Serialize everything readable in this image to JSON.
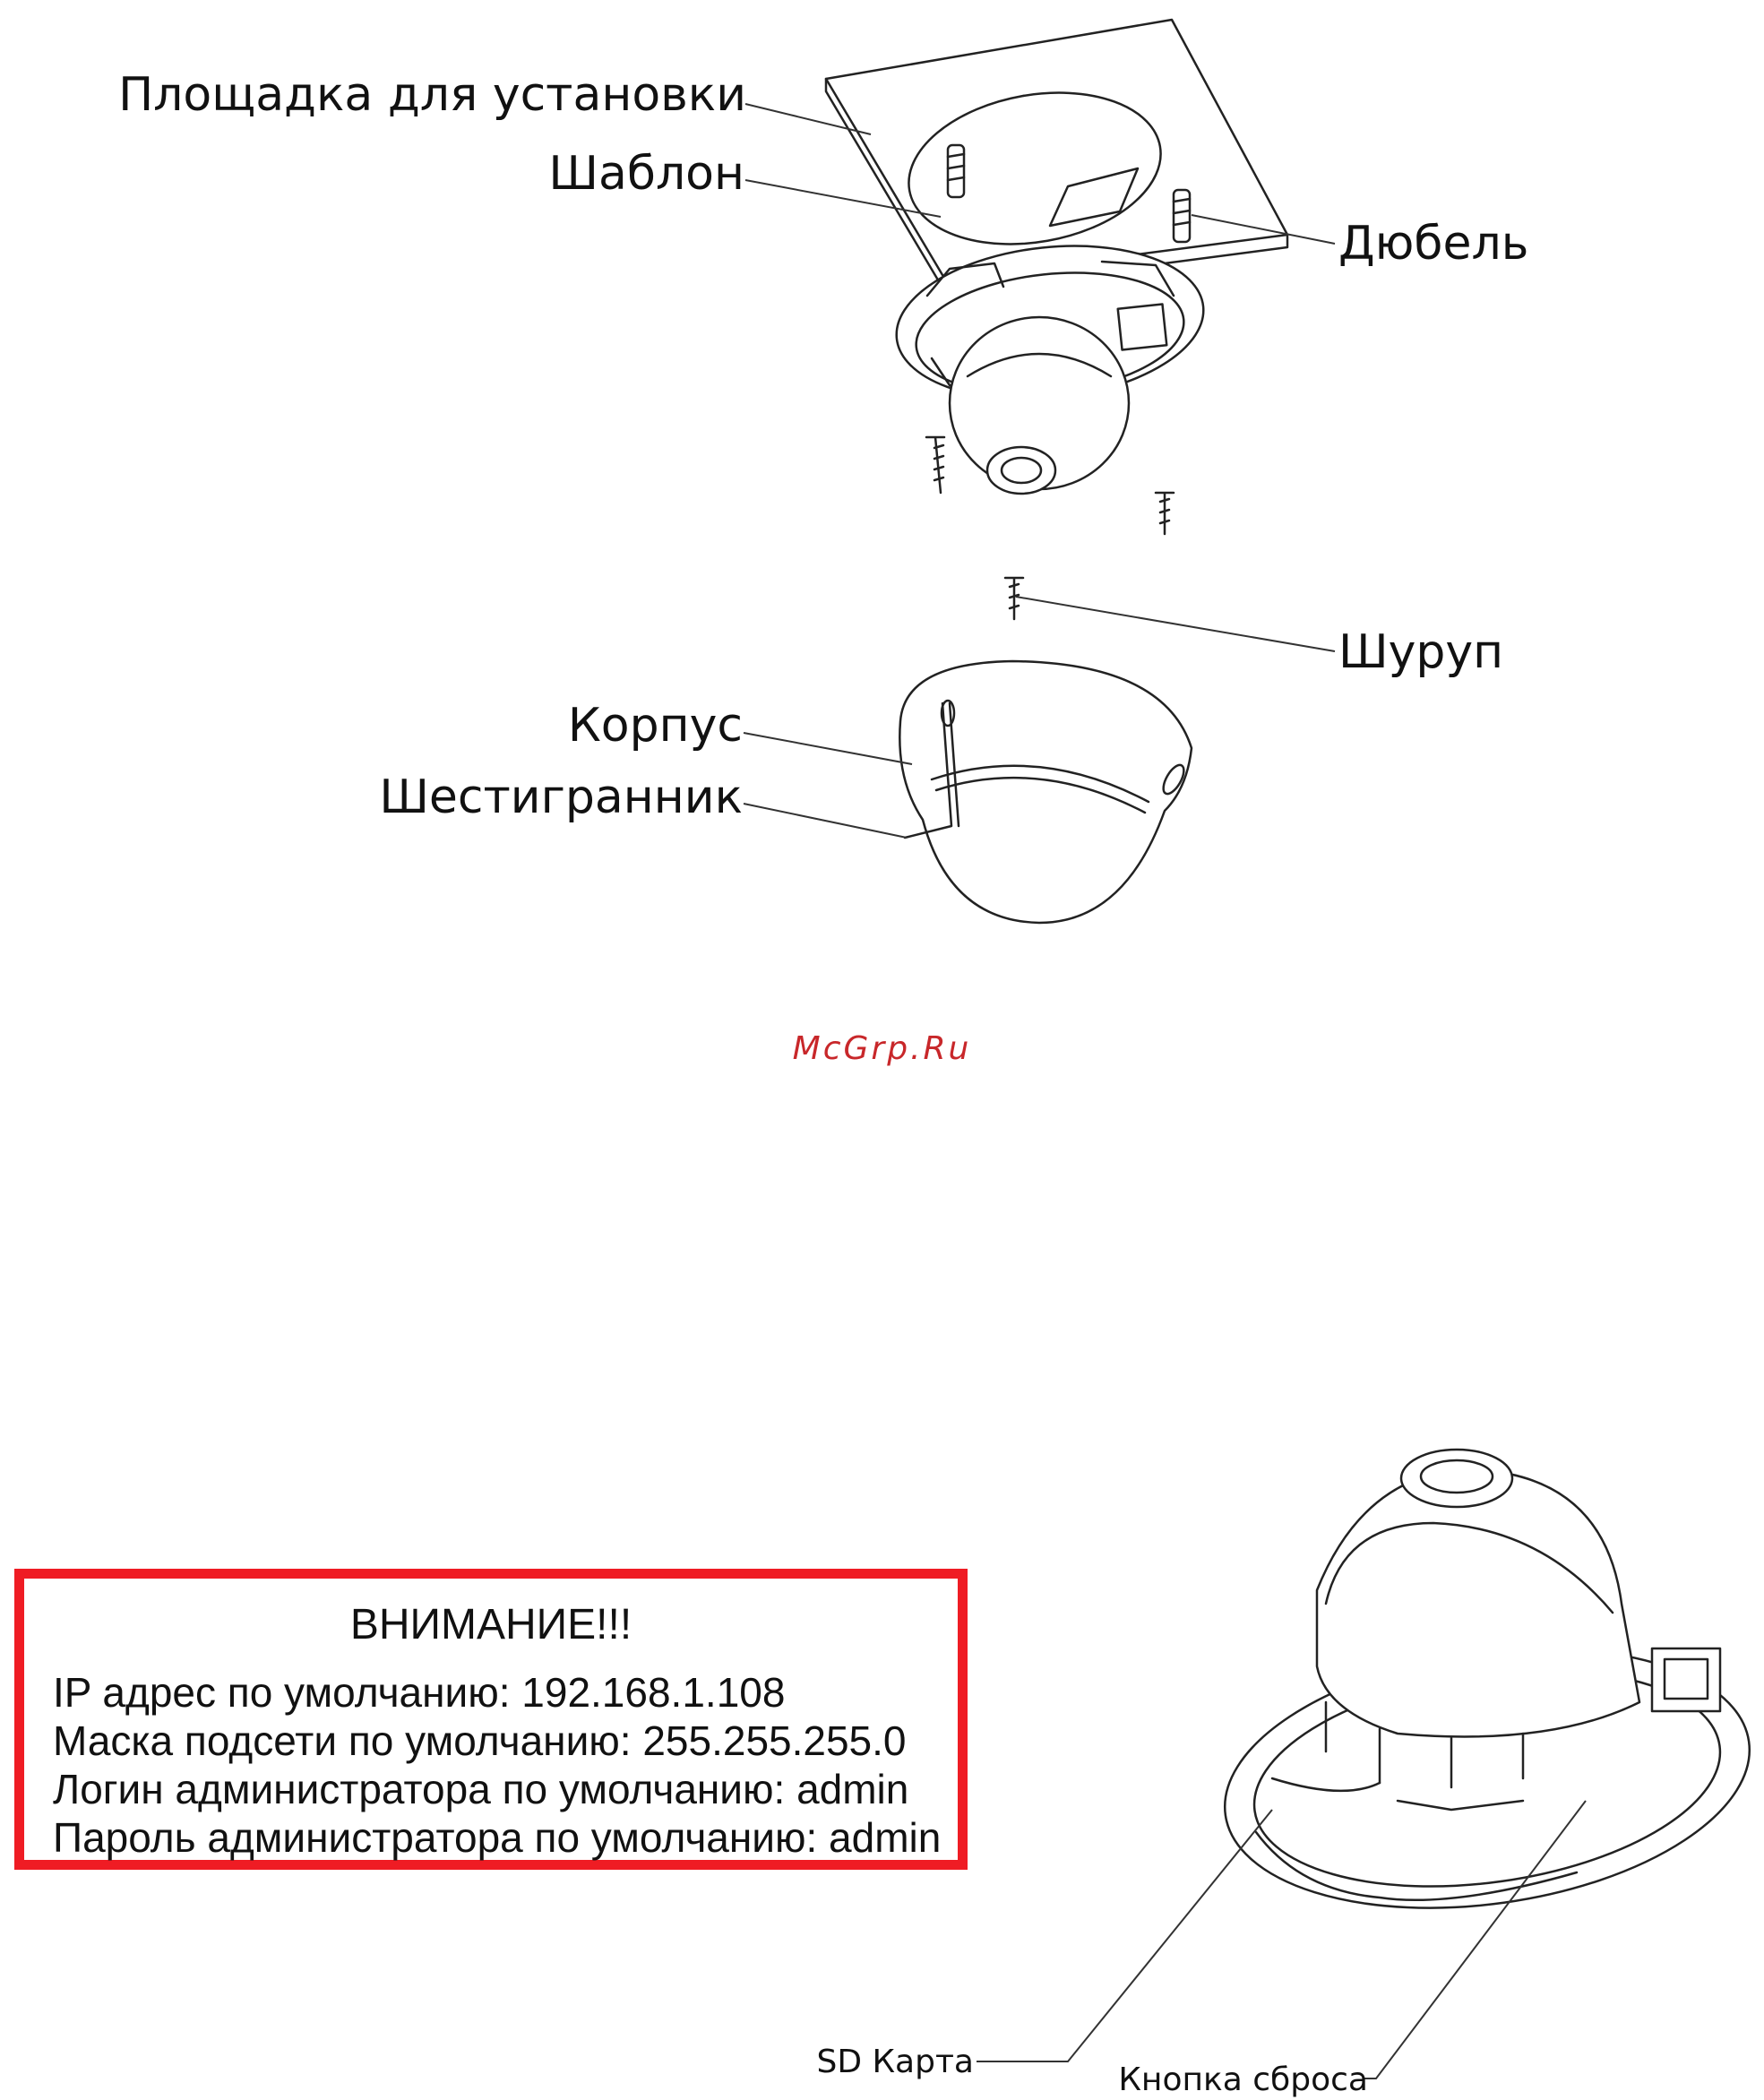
{
  "callouts": {
    "mount_plate": "Площадка для установки",
    "template": "Шаблон",
    "anchor": "Дюбель",
    "screw": "Шуруп",
    "housing": "Корпус",
    "hex_key": "Шестигранник",
    "sd_card": "SD Карта",
    "reset_button": "Кнопка сброса"
  },
  "watermark": "McGrp.Ru",
  "notice": {
    "title": "ВНИМАНИЕ!!!",
    "lines": [
      "IP адрес по умолчанию: 192.168.1.108",
      "Маска подсети по умолчанию: 255.255.255.0",
      "Логин администратора по умолчанию: admin",
      "Пароль администратора по умолчанию: admin"
    ]
  },
  "colors": {
    "notice_border": "#ef1c24",
    "watermark": "#c8272a",
    "line_art": "#222222"
  }
}
